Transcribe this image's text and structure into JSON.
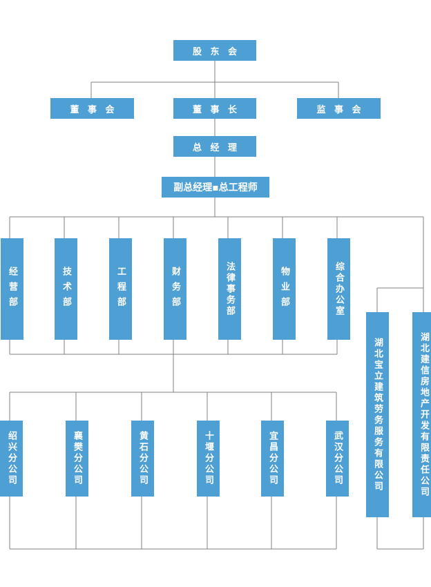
{
  "chart": {
    "title": "",
    "type": "organization-chart",
    "accent_color": "#4d9fd4",
    "line_color": "#808080",
    "text_color": "#ffffff",
    "background_color": "#ffffff"
  },
  "nodes": {
    "shareholders_meeting": "股 东 会",
    "board_of_directors": "董 事 会",
    "chairman": "董 事 长",
    "board_of_supervisors": "监 事 会",
    "general_manager": "总 经 理",
    "deputy_general_manager": "副总经理▪总工程师"
  },
  "departments": [
    {
      "label": "经营部"
    },
    {
      "label": "技术部"
    },
    {
      "label": "工程部"
    },
    {
      "label": "财务部"
    },
    {
      "label": "法律事务部"
    },
    {
      "label": "物业部"
    },
    {
      "label": "综合办公室"
    }
  ],
  "subsidiaries": [
    {
      "label": "湖北宝立建筑劳务服务有限公司"
    },
    {
      "label": "湖北建信房地产开发有限责任公司"
    }
  ],
  "branches": [
    {
      "label": "绍兴分公司"
    },
    {
      "label": "襄樊分公司"
    },
    {
      "label": "黄石分公司"
    },
    {
      "label": "十堰分公司"
    },
    {
      "label": "宜昌分公司"
    },
    {
      "label": "武汉分公司"
    }
  ]
}
